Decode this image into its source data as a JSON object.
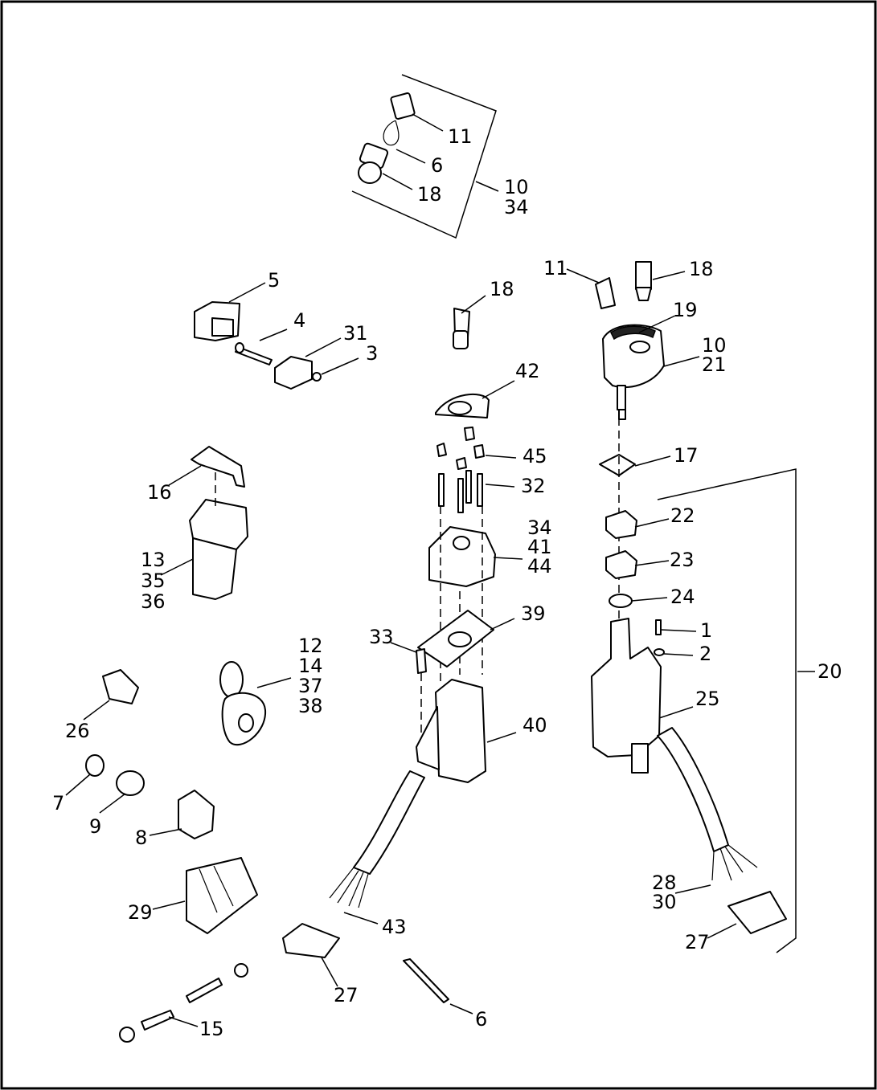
{
  "callouts": [
    {
      "id": "c11a",
      "lines": [
        "11"
      ]
    },
    {
      "id": "c6a",
      "lines": [
        "6"
      ]
    },
    {
      "id": "c18a",
      "lines": [
        "18"
      ]
    },
    {
      "id": "c10-34",
      "lines": [
        "10",
        "34"
      ]
    },
    {
      "id": "c11b",
      "lines": [
        "11"
      ]
    },
    {
      "id": "c18b",
      "lines": [
        "18"
      ]
    },
    {
      "id": "c18c",
      "lines": [
        "18"
      ]
    },
    {
      "id": "c5",
      "lines": [
        "5"
      ]
    },
    {
      "id": "c4",
      "lines": [
        "4"
      ]
    },
    {
      "id": "c31",
      "lines": [
        "31"
      ]
    },
    {
      "id": "c3",
      "lines": [
        "3"
      ]
    },
    {
      "id": "c19",
      "lines": [
        "19"
      ]
    },
    {
      "id": "c10-21",
      "lines": [
        "10",
        "21"
      ]
    },
    {
      "id": "c42",
      "lines": [
        "42"
      ]
    },
    {
      "id": "c45",
      "lines": [
        "45"
      ]
    },
    {
      "id": "c32",
      "lines": [
        "32"
      ]
    },
    {
      "id": "c17",
      "lines": [
        "17"
      ]
    },
    {
      "id": "c16",
      "lines": [
        "16"
      ]
    },
    {
      "id": "c22",
      "lines": [
        "22"
      ]
    },
    {
      "id": "c34-41-44",
      "lines": [
        "34",
        "41",
        "44"
      ]
    },
    {
      "id": "c13-35-36",
      "lines": [
        "13",
        "35",
        "36"
      ]
    },
    {
      "id": "c23",
      "lines": [
        "23"
      ]
    },
    {
      "id": "c24",
      "lines": [
        "24"
      ]
    },
    {
      "id": "c39",
      "lines": [
        "39"
      ]
    },
    {
      "id": "c1",
      "lines": [
        "1"
      ]
    },
    {
      "id": "c33",
      "lines": [
        "33"
      ]
    },
    {
      "id": "c2",
      "lines": [
        "2"
      ]
    },
    {
      "id": "c12-14-37-38",
      "lines": [
        "12",
        "14",
        "37",
        "38"
      ]
    },
    {
      "id": "c20",
      "lines": [
        "20"
      ]
    },
    {
      "id": "c25",
      "lines": [
        "25"
      ]
    },
    {
      "id": "c40",
      "lines": [
        "40"
      ]
    },
    {
      "id": "c26",
      "lines": [
        "26"
      ]
    },
    {
      "id": "c7",
      "lines": [
        "7"
      ]
    },
    {
      "id": "c9",
      "lines": [
        "9"
      ]
    },
    {
      "id": "c8",
      "lines": [
        "8"
      ]
    },
    {
      "id": "c28-30",
      "lines": [
        "28",
        "30"
      ]
    },
    {
      "id": "c29",
      "lines": [
        "29"
      ]
    },
    {
      "id": "c43",
      "lines": [
        "43"
      ]
    },
    {
      "id": "c27a",
      "lines": [
        "27"
      ]
    },
    {
      "id": "c27b",
      "lines": [
        "27"
      ]
    },
    {
      "id": "c6b",
      "lines": [
        "6"
      ]
    },
    {
      "id": "c15",
      "lines": [
        "15"
      ]
    }
  ]
}
